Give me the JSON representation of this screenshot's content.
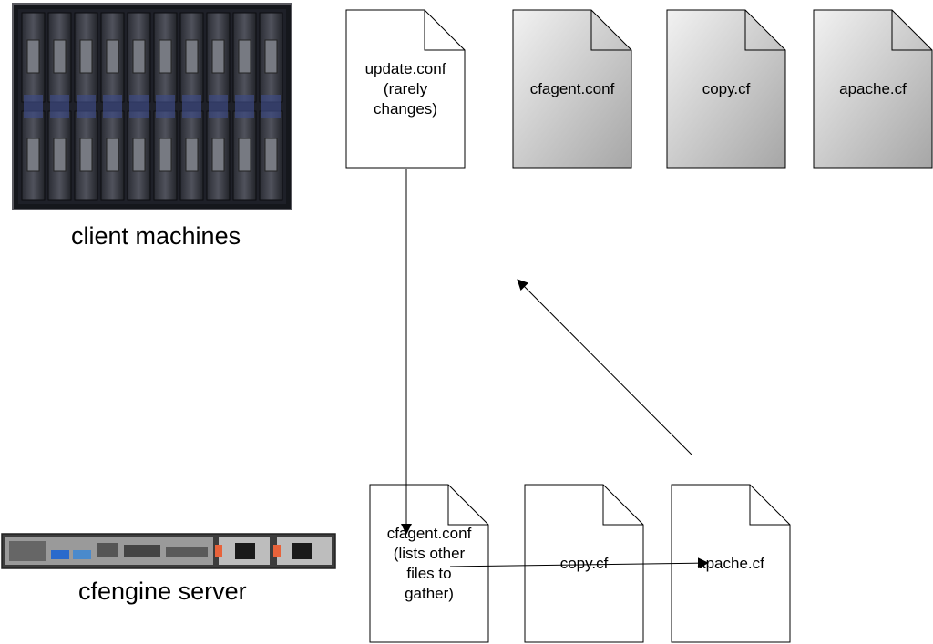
{
  "labels": {
    "client": "client machines",
    "server": "cfengine server"
  },
  "client_docs": [
    {
      "name": "update.conf\n(rarely\nchanges)",
      "style": "white"
    },
    {
      "name": "cfagent.conf",
      "style": "gray"
    },
    {
      "name": "copy.cf",
      "style": "gray"
    },
    {
      "name": "apache.cf",
      "style": "gray"
    }
  ],
  "server_docs": [
    {
      "name": "cfagent.conf\n(lists other\nfiles to\ngather)",
      "style": "white"
    },
    {
      "name": "copy.cf",
      "style": "white"
    },
    {
      "name": "apache.cf",
      "style": "white"
    }
  ],
  "colors": {
    "rack_dark": "#1a1c22",
    "rack_accent": "#4a5a9a",
    "server_body": "#3a3a3a",
    "psu_orange": "#e8623a",
    "doc_gray_top": "#f0f0f0",
    "doc_gray_bottom": "#a8a8a8",
    "stroke": "#000000"
  }
}
